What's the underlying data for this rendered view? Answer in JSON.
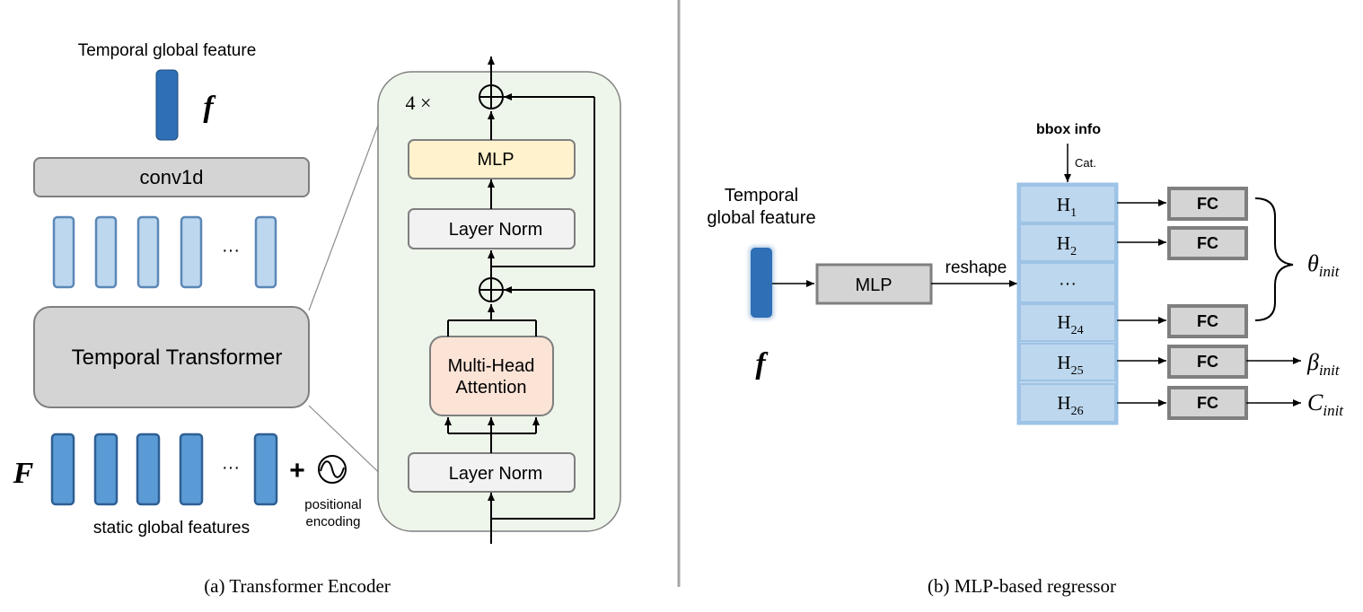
{
  "panel_a": {
    "output_label": "Temporal global feature",
    "output_symbol": "f",
    "conv_label": "conv1d",
    "ellipsis": "···",
    "transformer_label": "Temporal Transformer",
    "input_symbol": "F",
    "input_caption": "static global features",
    "plus": "+",
    "pos_enc_line1": "positional",
    "pos_enc_line2": "encoding",
    "block": {
      "repeat": "4 ×",
      "mlp": "MLP",
      "layer_norm_top": "Layer Norm",
      "mha_line1": "Multi-Head",
      "mha_line2": "Attention",
      "layer_norm_bottom": "Layer Norm"
    },
    "caption": "(a) Transformer Encoder"
  },
  "panel_b": {
    "input_label_line1": "Temporal",
    "input_label_line2": "global feature",
    "input_symbol": "f",
    "mlp": "MLP",
    "reshape": "reshape",
    "bbox": "bbox info",
    "cat": "Cat.",
    "rows": [
      {
        "base": "H",
        "sub": "1"
      },
      {
        "base": "H",
        "sub": "2"
      },
      {
        "base": "···",
        "sub": ""
      },
      {
        "base": "H",
        "sub": "24"
      },
      {
        "base": "H",
        "sub": "25"
      },
      {
        "base": "H",
        "sub": "26"
      }
    ],
    "fc": "FC",
    "theta": {
      "base": "θ",
      "sub": "init"
    },
    "beta": {
      "base": "β",
      "sub": "init"
    },
    "c": {
      "base": "C",
      "sub": "init"
    },
    "caption": "(b) MLP-based regressor"
  },
  "colors": {
    "dark_blue": "#2e6fb6",
    "mid_blue": "#5b9bd5",
    "light_blue": "#bdd7ee",
    "grey_box": "#d4d4d4",
    "green_panel": "#eef5ea",
    "mlp_yellow": "#fff2cc",
    "attention_peach": "#fbe3d6"
  }
}
